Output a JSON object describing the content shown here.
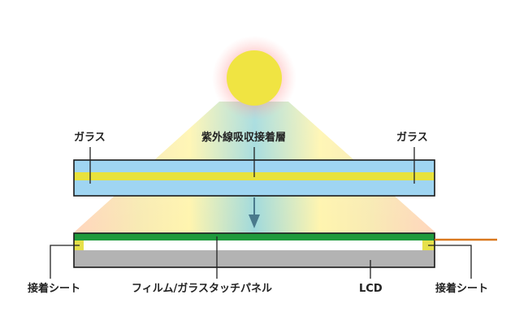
{
  "labels": {
    "glass_left": "ガラス",
    "glass_right": "ガラス",
    "uv_layer": "紫外線吸収接着層",
    "sheet_left": "接着シート",
    "film_panel": "フィルム/ガラスタッチパネル",
    "lcd": "LCD",
    "sheet_right": "接着シート"
  },
  "colors": {
    "sun": "#f0e442",
    "sun_glow": "#ff7a7a",
    "glass": "#9fd5f2",
    "uv_layer": "#e8e23c",
    "panel_green": "#1f9a3c",
    "panel_white": "#ffffff",
    "lcd_gray": "#b3b3b3",
    "adhesive_yellow": "#e6e04a",
    "cable": "#d9781f",
    "arrow": "#4a7a8c",
    "outline": "#1a1a1a"
  }
}
